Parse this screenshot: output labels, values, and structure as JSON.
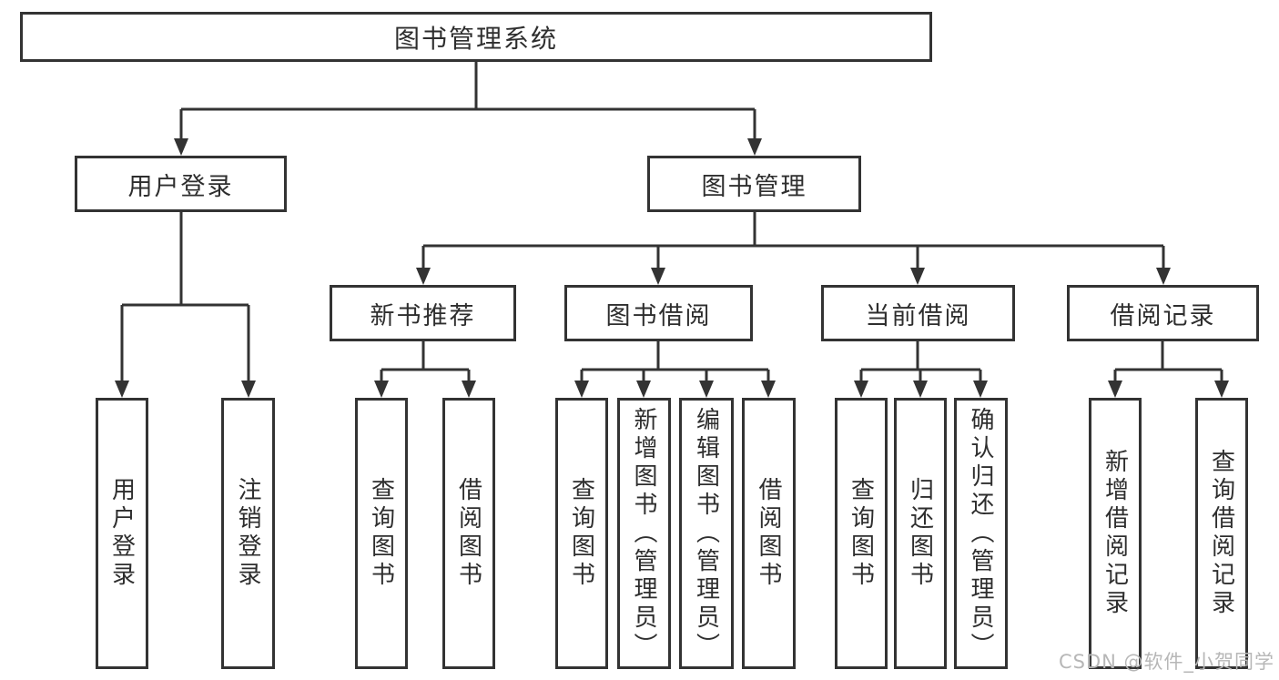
{
  "diagram": {
    "tree": {
      "label": "图书管理系统",
      "children": [
        {
          "label": "用户登录",
          "children": [
            {
              "label": "用户登录"
            },
            {
              "label": "注销登录"
            }
          ]
        },
        {
          "label": "图书管理",
          "children": [
            {
              "label": "新书推荐",
              "children": [
                {
                  "label": "查询图书"
                },
                {
                  "label": "借阅图书"
                }
              ]
            },
            {
              "label": "图书借阅",
              "children": [
                {
                  "label": "查询图书"
                },
                {
                  "label": "新增图书（管理员）"
                },
                {
                  "label": "编辑图书（管理员）"
                },
                {
                  "label": "借阅图书"
                }
              ]
            },
            {
              "label": "当前借阅",
              "children": [
                {
                  "label": "查询图书"
                },
                {
                  "label": "归还图书"
                },
                {
                  "label": "确认归还（管理员）"
                }
              ]
            },
            {
              "label": "借阅记录",
              "children": [
                {
                  "label": "新增借阅记录"
                },
                {
                  "label": "查询借阅记录"
                }
              ]
            }
          ]
        }
      ]
    }
  },
  "watermark": {
    "text": "CSDN @软件_小贺同学"
  },
  "colors": {
    "line": "#333333",
    "text": "#2e2e2e",
    "watermark": "#b7b7b7",
    "background": "#ffffff"
  }
}
